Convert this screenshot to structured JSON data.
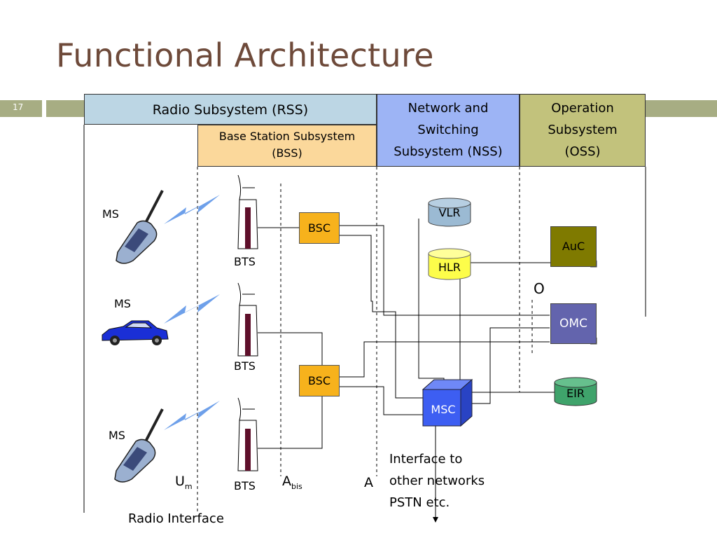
{
  "slide": {
    "title": "Functional Architecture",
    "number": "17"
  },
  "headers": {
    "rss": "Radio Subsystem (RSS)",
    "bss": [
      "Base Station Subsystem",
      "(BSS)"
    ],
    "nss": [
      "Network and",
      "Switching",
      "Subsystem (NSS)"
    ],
    "oss": [
      "Operation",
      "Subsystem",
      "(OSS)"
    ]
  },
  "nodes": {
    "bsc": "BSC",
    "vlr": "VLR",
    "hlr": "HLR",
    "msc": "MSC",
    "auc": "AuC",
    "omc": "OMC",
    "eir": "EIR",
    "bts": "BTS",
    "ms": "MS"
  },
  "labels": {
    "o_interface": "O",
    "um_main": "U",
    "um_sub": "m",
    "abis_main": "A",
    "abis_sub": "bis",
    "a_interface": "A",
    "radio_interface": "Radio Interface",
    "other_networks": [
      "Interface to",
      "other networks",
      "PSTN etc."
    ]
  },
  "colors": {
    "title": "#6e4a3a",
    "band": "#a7ad83",
    "rss": "#bcd6e4",
    "bss": "#fbd89b",
    "nss": "#9db4f5",
    "oss": "#c2c27c",
    "bsc": "#f7b21c",
    "vlr": "#9bbad3",
    "hlr": "#fdfd4a",
    "msc": "#3d5ef2",
    "auc": "#7f7a00",
    "omc": "#6364ad",
    "eir": "#3fa36b",
    "bts_mast": "#5e0f2a",
    "lightning": "#6ea0ea",
    "car": "#1a2fd6"
  }
}
